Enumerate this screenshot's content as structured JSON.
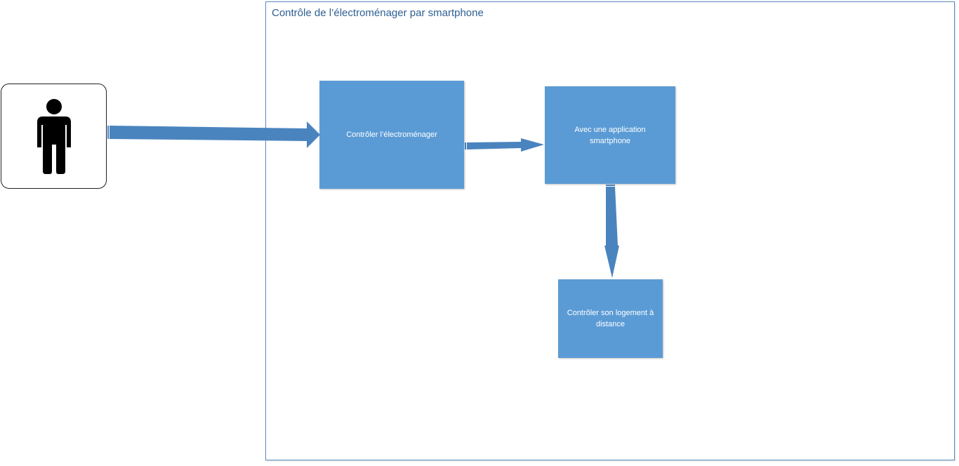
{
  "diagram": {
    "boundary": {
      "title": "Contrôle de l’électroménager par smartphone",
      "border_color": "#5b8cc0",
      "title_color": "#2e5f92"
    },
    "actor": {
      "icon": "person-icon"
    },
    "nodes": [
      {
        "id": "n1",
        "label": "Contrôler l’électroménager"
      },
      {
        "id": "n2",
        "label": "Avec une application smartphone"
      },
      {
        "id": "n3",
        "label": "Contrôler son logement à distance"
      }
    ],
    "edges": [
      {
        "from": "actor",
        "to": "n1"
      },
      {
        "from": "n1",
        "to": "n2"
      },
      {
        "from": "n2",
        "to": "n3"
      }
    ],
    "colors": {
      "node_fill": "#5b9bd5",
      "arrow_fill": "#4a84bf",
      "node_text": "#ffffff"
    }
  }
}
